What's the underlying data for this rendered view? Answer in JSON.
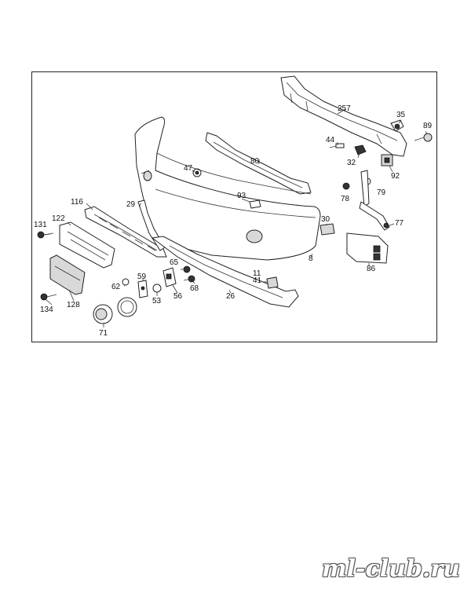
{
  "diagram": {
    "callouts": [
      "257",
      "35",
      "89",
      "44",
      "32",
      "92",
      "47",
      "80",
      "78",
      "79",
      "93",
      "116",
      "29",
      "30",
      "77",
      "122",
      "131",
      "65",
      "59",
      "62",
      "86",
      "8",
      "11",
      "41",
      "26",
      "68",
      "56",
      "53",
      "134",
      "128",
      "71"
    ]
  },
  "watermark": {
    "text": "ml-club.ru"
  }
}
